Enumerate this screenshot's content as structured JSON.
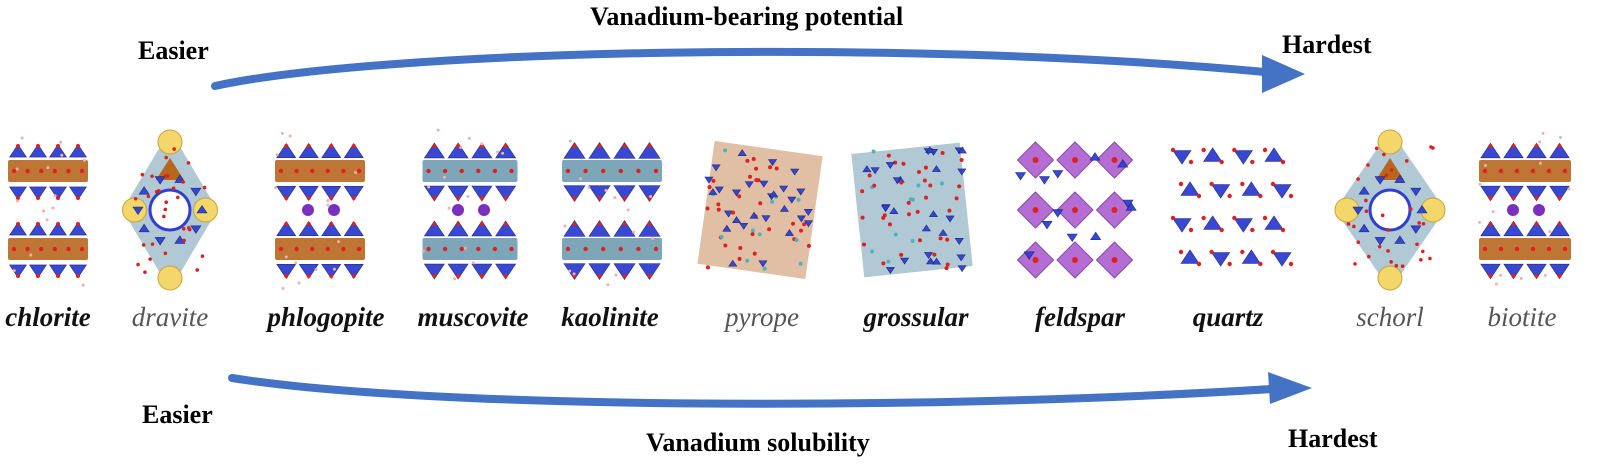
{
  "top_arrow": {
    "title": "Vanadium-bearing potential",
    "start_label": "Easier",
    "end_label": "Hardest",
    "color": "#4472C4"
  },
  "bottom_arrow": {
    "title": "Vanadium solubility",
    "start_label": "Easier",
    "end_label": "Hardest",
    "color": "#4472C4"
  },
  "minerals": [
    {
      "name": "chlorite",
      "style": "layered"
    },
    {
      "name": "dravite",
      "style": "ring"
    },
    {
      "name": "phlogopite",
      "style": "mica"
    },
    {
      "name": "muscovite",
      "style": "mica"
    },
    {
      "name": "kaolinite",
      "style": "layered"
    },
    {
      "name": "pyrope",
      "style": "garnet"
    },
    {
      "name": "grossular",
      "style": "garnet"
    },
    {
      "name": "feldspar",
      "style": "framework-purple"
    },
    {
      "name": "quartz",
      "style": "framework"
    },
    {
      "name": "schorl",
      "style": "ring"
    },
    {
      "name": "biotite",
      "style": "mica"
    }
  ],
  "colors": {
    "tetrahedra": "#2F3FD0",
    "octahedra_brown": "#B8661E",
    "octahedra_grey": "#6F9CB0",
    "oxygen": "#E02020",
    "feldspar_purple": "#A24BC9",
    "ring_yellow": "#F3D76A"
  }
}
